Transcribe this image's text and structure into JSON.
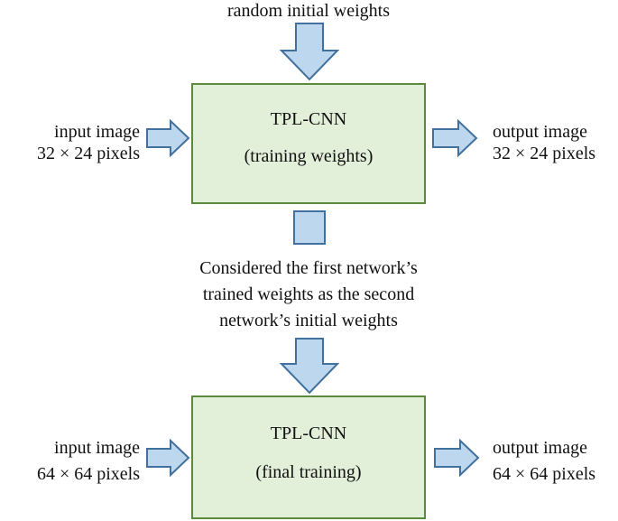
{
  "colors": {
    "box_fill": "#e2efd9",
    "box_border": "#5a8a3a",
    "arrow_fill": "#bdd7ee",
    "arrow_stroke": "#41719c"
  },
  "top_label": "random initial weights",
  "stage1": {
    "box_title": "TPL-CNN",
    "box_subtitle": "(training weights)",
    "input_line1": "input image",
    "input_line2": "32 × 24 pixels",
    "output_line1": "output image",
    "output_line2": "32 × 24 pixels"
  },
  "transfer_label": {
    "line1": "Considered the first network’s",
    "line2": "trained weights as the second",
    "line3": "network’s initial weights"
  },
  "stage2": {
    "box_title": "TPL-CNN",
    "box_subtitle": "(final training)",
    "input_line1": "input image",
    "input_line2": "64 × 64 pixels",
    "output_line1": "output image",
    "output_line2": "64 × 64 pixels"
  }
}
